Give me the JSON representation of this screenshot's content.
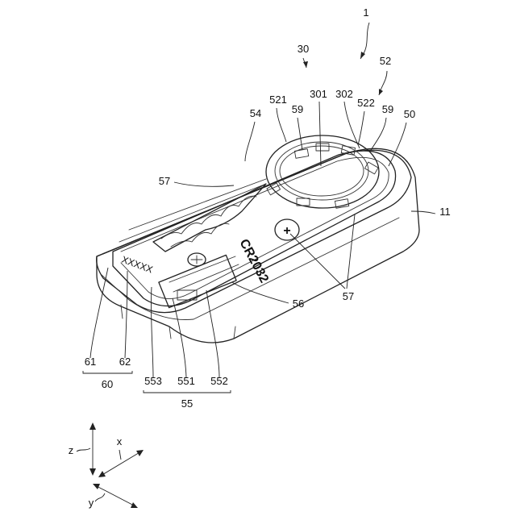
{
  "figure_number": "1",
  "labels": {
    "l30": "30",
    "l52": "52",
    "l301": "301",
    "l302": "302",
    "l521": "521",
    "l522": "522",
    "l54": "54",
    "l59a": "59",
    "l59b": "59",
    "l50": "50",
    "l57a": "57",
    "l57b": "57",
    "l11": "11",
    "l56": "56",
    "l61": "61",
    "l62": "62",
    "l60": "60",
    "l553": "553",
    "l551": "551",
    "l552": "552",
    "l55": "55"
  },
  "stamped_text": {
    "battery": "CR2032",
    "polarity": "+",
    "code": "XXXXX"
  },
  "axes": {
    "z": "z",
    "x": "x",
    "y": "y"
  }
}
